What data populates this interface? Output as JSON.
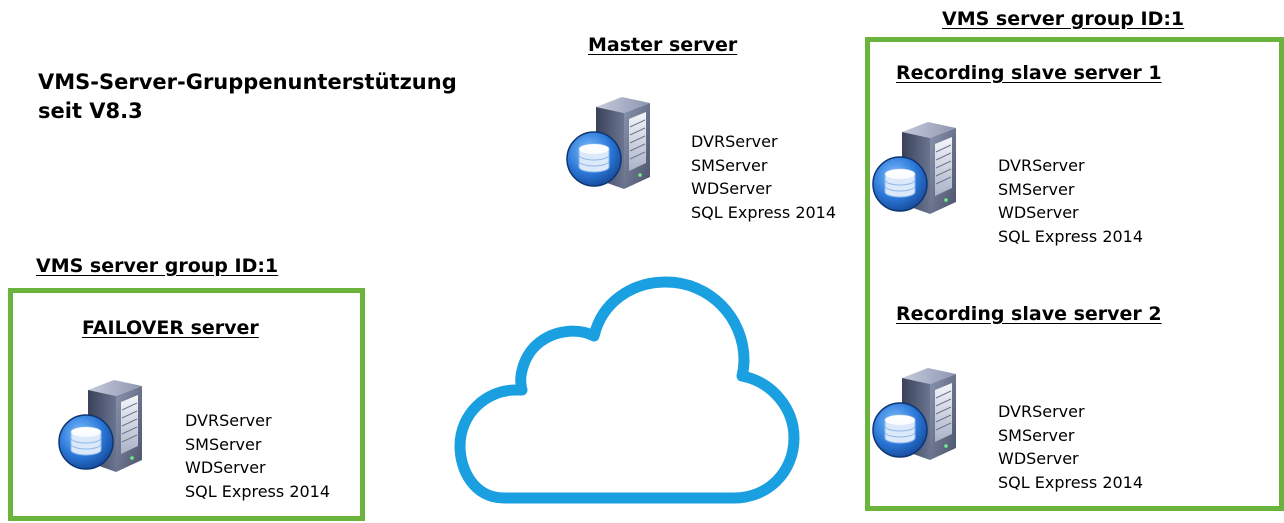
{
  "headline": {
    "line1": "VMS-Server-Gruppenunterstützung",
    "line2": "seit V8.3"
  },
  "master": {
    "title": "Master server",
    "services": [
      "DVRServer",
      "SMServer",
      "WDServer",
      "SQL Express 2014"
    ]
  },
  "left_group": {
    "label": "VMS server group ID:1",
    "title": "FAILOVER server",
    "services": [
      "DVRServer",
      "SMServer",
      "WDServer",
      "SQL Express 2014"
    ]
  },
  "right_group": {
    "label": "VMS server group ID:1",
    "slave1": {
      "title": "Recording slave server 1",
      "services": [
        "DVRServer",
        "SMServer",
        "WDServer",
        "SQL Express 2014"
      ]
    },
    "slave2": {
      "title": "Recording slave server 2",
      "services": [
        "DVRServer",
        "SMServer",
        "WDServer",
        "SQL Express 2014"
      ]
    }
  },
  "colors": {
    "group_border": "#6ab43e",
    "cloud": "#1aa0e0",
    "server_body": "#5c6580",
    "database": "#2a78d8"
  },
  "icons": [
    "server-database-icon",
    "cloud-icon"
  ]
}
